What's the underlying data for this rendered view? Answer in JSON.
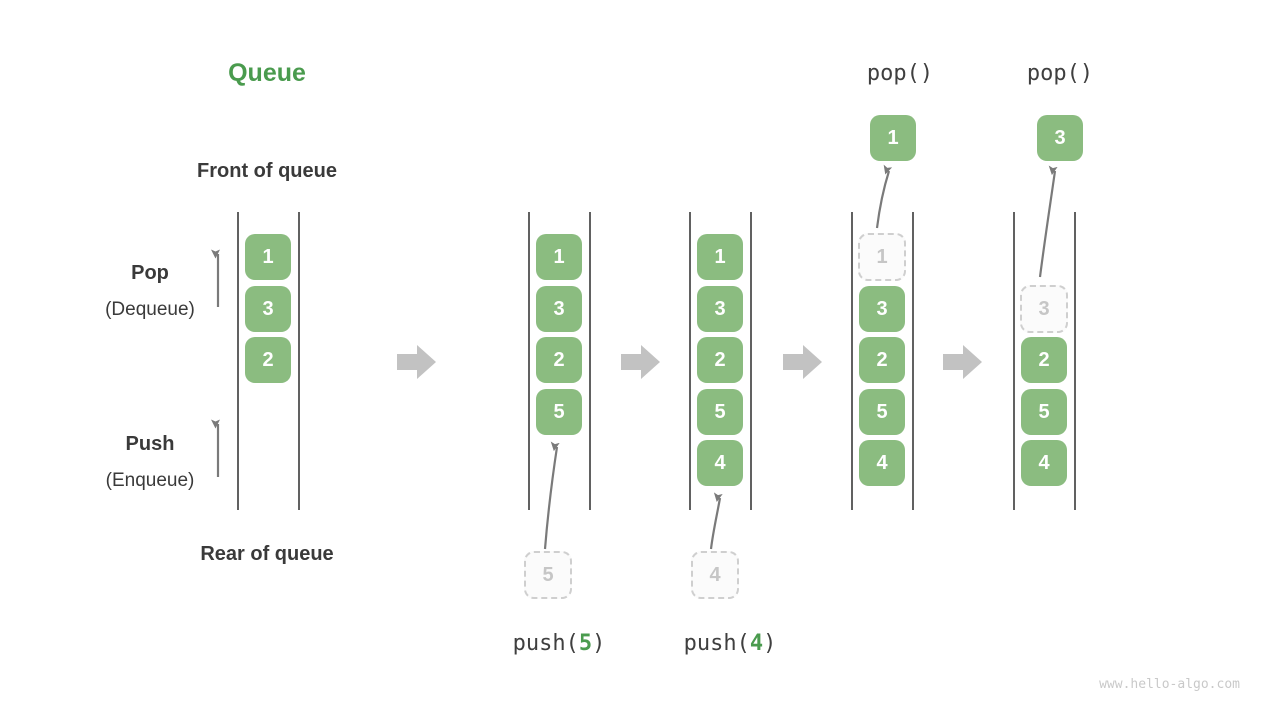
{
  "title": {
    "text": "Queue"
  },
  "side_labels": {
    "front": "Front of queue",
    "rear": "Rear of queue",
    "pop": "Pop",
    "pop_sub": "(Dequeue)",
    "push": "Push",
    "push_sub": "(Enqueue)"
  },
  "operations": {
    "pop_first": "pop()",
    "pop_second": "pop()",
    "push_first": {
      "pre": "push(",
      "arg": "5",
      "post": ")"
    },
    "push_second": {
      "pre": "push(",
      "arg": "4",
      "post": ")"
    }
  },
  "queues": [
    {
      "cells": [
        "1",
        "3",
        "2"
      ]
    },
    {
      "cells": [
        "1",
        "3",
        "2",
        "5"
      ]
    },
    {
      "cells": [
        "1",
        "3",
        "2",
        "5",
        "4"
      ]
    },
    {
      "cells": [
        "1",
        "3",
        "2",
        "5",
        "4"
      ],
      "dashed_cell": "1"
    },
    {
      "cells": [
        "3",
        "2",
        "5",
        "4"
      ],
      "dashed_cell": "3"
    }
  ],
  "popped": {
    "first": "1",
    "second": "3"
  },
  "incoming": {
    "first": "5",
    "second": "4"
  },
  "watermark": "www.hello-algo.com",
  "colors": {
    "cell_green": "#8bbc80",
    "accent_green": "#4a9b4e",
    "dark_text": "#3a3a3a",
    "block_arrow_gray": "#c2c2c2",
    "thin_arrow_gray": "#7a7a7a",
    "dashed_border": "#cfcfcf"
  }
}
